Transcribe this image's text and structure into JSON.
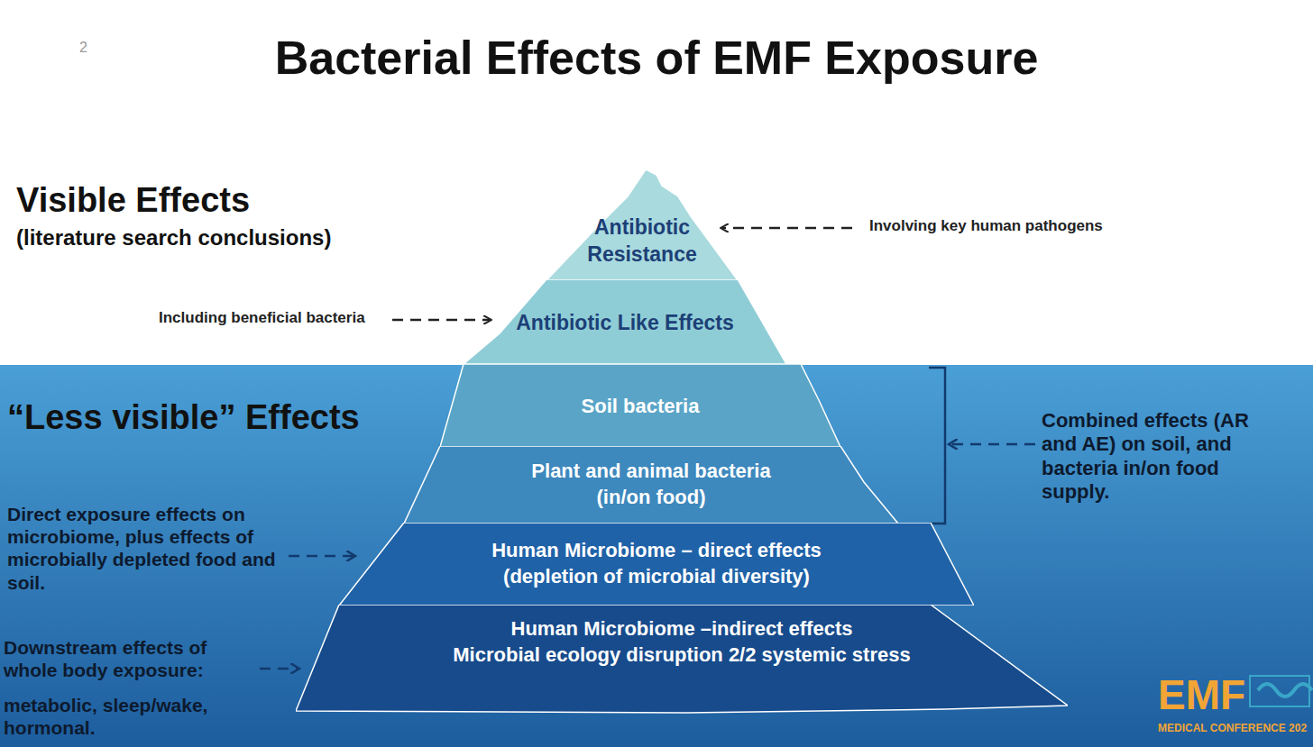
{
  "diagram": {
    "title": "Bacterial Effects of EMF Exposure",
    "nodes": [
      {
        "text": [
          "Antibiotic Resistance"
        ]
      },
      {
        "text": [
          "Antibiotic Like Effects"
        ]
      },
      {
        "text": [
          "Soil bacteria"
        ]
      },
      {
        "text": [
          "Plant and animal bacteria",
          "(in/on food)"
        ]
      },
      {
        "text": [
          "Human Microbiome – direct effects",
          "(depletion of microbial diversity)"
        ]
      },
      {
        "text": [
          "Human Microbiome –indirect effects",
          "Microbial ecology disruption 2/2 systemic stress"
        ]
      }
    ],
    "labels": [
      "2",
      "Visible Effects",
      "(literature search conclusions)",
      "“Less visible” Effects",
      "Involving key human pathogens",
      "Including beneficial bacteria",
      "Combined effects (AR and AE) on soil, and bacteria in/on food supply.",
      "Direct exposure effects on microbiome, plus effects of microbially depleted food and soil.",
      "Downstream effects of whole body exposure:",
      "metabolic, sleep/wake, hormonal.",
      "EMF",
      "MEDICAL CONFERENCE 202"
    ]
  }
}
